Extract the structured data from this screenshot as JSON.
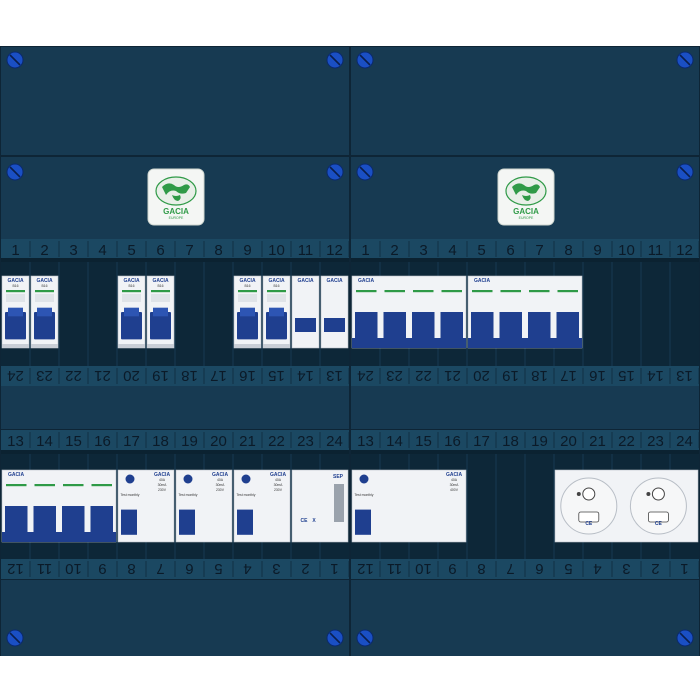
{
  "brand": "GACIA",
  "brand_tagline": "EUROPE",
  "colors": {
    "panel": "#173a52",
    "panel_border": "#0e2536",
    "number_strip": "#1b4862",
    "din_rail": "#0d2738",
    "module_white": "#f1f3f6",
    "toggle_blue": "#1f3f8f",
    "screw": "#1a4fc4",
    "logo_green": "#2f9a47"
  },
  "top_row_numbers_upright": [
    "1",
    "2",
    "3",
    "4",
    "5",
    "6",
    "7",
    "8",
    "9",
    "10",
    "11",
    "12"
  ],
  "top_row_numbers_inverted": [
    "24",
    "23",
    "22",
    "21",
    "20",
    "19",
    "18",
    "17",
    "16",
    "15",
    "14",
    "13"
  ],
  "bottom_row_numbers_upright": [
    "13",
    "14",
    "15",
    "16",
    "17",
    "18",
    "19",
    "20",
    "21",
    "22",
    "23",
    "24"
  ],
  "bottom_row_numbers_inverted": [
    "12",
    "11",
    "10",
    "9",
    "8",
    "7",
    "6",
    "5",
    "4",
    "3",
    "2",
    "1"
  ],
  "breaker_label": "B16",
  "rcd_main": {
    "rating": "40A",
    "sensitivity": "30mA",
    "voltage": "230V",
    "test_label": "Test monthly"
  },
  "rcd_4p": {
    "rating": "40A",
    "sensitivity": "30mA",
    "voltage": "400V",
    "test_label": "Test monthly"
  },
  "spd": {
    "brand": "SEP",
    "marks": [
      "CE",
      "X"
    ]
  },
  "socket_marks": [
    "CE",
    "CE"
  ],
  "screw_icon": "screw-icon",
  "logo_icon": "globe-logo-icon"
}
